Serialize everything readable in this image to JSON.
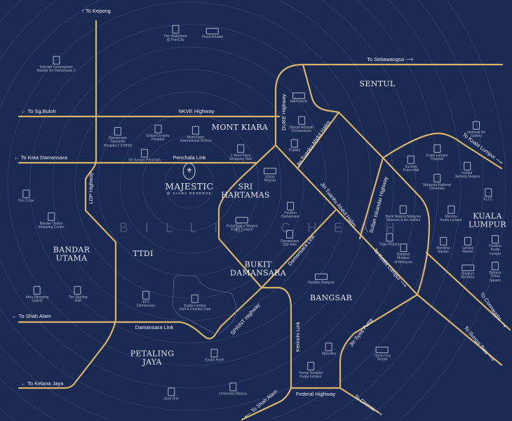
{
  "colors": {
    "background": "#1b2a52",
    "road": "#d8b46a",
    "ring": "#3a4a74",
    "text": "#e8ebf3"
  },
  "brand": {
    "logo": "⚜",
    "title": "MAJESTIC",
    "subtitle": "@ KIARA RESERVE"
  },
  "watermark": "BILLIE CHEAH",
  "areas": [
    "MONT KIARA",
    "SENTUL",
    "SRI\nHARTAMAS",
    "BUKIT\nDAMANSARA",
    "KUALA\nLUMPUR",
    "BANDAR\nUTAMA",
    "TTDI",
    "BANGSAR",
    "PETALING\nJAYA"
  ],
  "roads": [
    "NKVE Highway",
    "Penchala Link",
    "DUKE Highway",
    "Jln Tuanku Abdul Halim",
    "Jln Tuanku Abdul Halim",
    "Sultan Iskandar Highway",
    "LDP Highway",
    "Damansara Link",
    "Damansara Link",
    "SPRINT Highway",
    "Kerinchi Link",
    "Federal Highway",
    "Jln Syed Putra"
  ],
  "directions": [
    "↑\nTo Kepong",
    "← To Sg.Buloh",
    "← To Kota Damansara",
    "To Setiawangsa ⟶",
    "To Kuala Lumpur ⟶",
    "To Kuala Lumpur ⟶",
    "To Connaught ⟶",
    "To Sungai Besi ⟶",
    "To Cheras ⟶",
    "⟵ To Shah Alam",
    "← To Shah Alam",
    "← To Kelana Jaya"
  ],
  "pois": [
    {
      "name": "The Waterfront\n@ ParcCity",
      "icon": "shopping-bag-icon"
    },
    {
      "name": "Plaza Arkadia",
      "icon": "building-icon"
    },
    {
      "name": "Sekolah Kebangsaan\nBandar Sri Damansara 3",
      "icon": "school-icon"
    },
    {
      "name": "Damansara\nSpecialist\nHospital 2 (DSH2)",
      "icon": "hospital-icon"
    },
    {
      "name": "Global Doctors\nHospital",
      "icon": "hospital-icon"
    },
    {
      "name": "Mont Kiara\nInternational School",
      "icon": "school-icon"
    },
    {
      "name": "SK Sungai Penchala",
      "icon": "school-icon"
    },
    {
      "name": "1 Mont Kiara\nShopping Mall",
      "icon": "shopping-bag-icon"
    },
    {
      "name": "MATRADE",
      "icon": "building-icon"
    },
    {
      "name": "Masjid Wilayah\nPersekutuan",
      "icon": "mosque-icon"
    },
    {
      "name": "Publika",
      "icon": "shopping-bag-icon"
    },
    {
      "name": "Istana\nNegara",
      "icon": "palace-icon"
    },
    {
      "name": "National Art\nGallery",
      "icon": "gallery-icon"
    },
    {
      "name": "Sunway\nPutra Mall",
      "icon": "shopping-bag-icon"
    },
    {
      "name": "Kuala Lumpur\nHospital",
      "icon": "hospital-icon"
    },
    {
      "name": "Malaysia National\nUniversity",
      "icon": "school-icon"
    },
    {
      "name": "Institut\nJantung Negara",
      "icon": "hospital-icon"
    },
    {
      "name": "KLCC",
      "icon": "twin-towers-icon"
    },
    {
      "name": "Bank Negara Malaysia\nMuseum & Art Gallery",
      "icon": "museum-icon"
    },
    {
      "name": "Tugu Negara",
      "icon": "flag-icon"
    },
    {
      "name": "National\nMosque\nof Malaysia",
      "icon": "mosque-icon"
    },
    {
      "name": "Menara\nKuala Lumpur",
      "icon": "tower-icon"
    },
    {
      "name": "Merdeka\nSquare",
      "icon": "clock-tower-icon"
    },
    {
      "name": "Central\nMarket",
      "icon": "shopping-bag-icon"
    },
    {
      "name": "Pavilion\nKuala Lumpur",
      "icon": "shopping-bag-icon"
    },
    {
      "name": "Stadium\nMerdeka",
      "icon": "stadium-icon"
    },
    {
      "name": "Berjaya\nTimes Square",
      "icon": "shopping-bag-icon"
    },
    {
      "name": "Pusat Sains Negara\nKuala Lumpur",
      "icon": "science-centre-icon"
    },
    {
      "name": "Pavilion\nDamansara",
      "icon": "shopping-bag-icon"
    },
    {
      "name": "Damansara\nCity Mall",
      "icon": "shopping-bag-icon"
    },
    {
      "name": "Domitys Bangsar",
      "icon": "building-icon"
    },
    {
      "name": "The Curve",
      "icon": "shopping-bag-icon"
    },
    {
      "name": "Bandar Utama\nShopping Centre",
      "icon": "shopping-bag-icon"
    },
    {
      "name": "Atria Shopping\nGallery",
      "icon": "shopping-bag-icon"
    },
    {
      "name": "The Starling\nMall",
      "icon": "shopping-bag-icon"
    },
    {
      "name": "KPJ\nDamansara",
      "icon": "hospital-icon"
    },
    {
      "name": "Kuala Lumpur\nGolf & Country Club",
      "icon": "golf-pin-icon"
    },
    {
      "name": "Eastin Hotel",
      "icon": "hotel-icon"
    },
    {
      "name": "Midvalley",
      "icon": "shopping-bag-icon"
    },
    {
      "name": "Pantai Hospital\nKuala Lumpur",
      "icon": "hospital-icon"
    },
    {
      "name": "Thean Hou\nTemple",
      "icon": "temple-icon"
    },
    {
      "name": "Jaya One",
      "icon": "shopping-bag-icon"
    },
    {
      "name": "University Malaya",
      "icon": "school-icon"
    }
  ]
}
